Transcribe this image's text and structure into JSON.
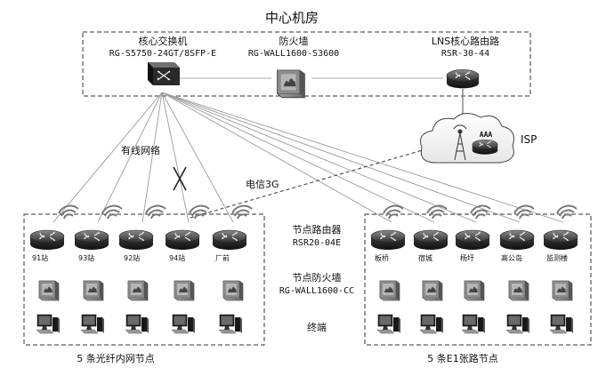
{
  "title": "中心机房",
  "center": {
    "core_switch": {
      "name": "核心交换机",
      "model": "RG-S5750-24GT/8SFP-E",
      "icon": "switch-icon"
    },
    "firewall": {
      "name": "防火墙",
      "model": "RG-WALL1600-S3600",
      "icon": "firewall-icon"
    },
    "lns_router": {
      "name": "LNS核心路由路",
      "model": "RSR-30-44",
      "icon": "router-icon"
    }
  },
  "isp": {
    "label": "ISP",
    "aaa": "AAA"
  },
  "links": {
    "wired": "有线网络",
    "telecom_3g": "电信3G"
  },
  "legend": {
    "node_router": "节点路由器",
    "node_router_model": "RSR20-04E",
    "node_firewall": "节点防火墙",
    "node_firewall_model": "RG-WALL1600-CC",
    "terminal": "终端"
  },
  "left_group": {
    "caption": "5 条光纤内网节点",
    "nodes": [
      "91站",
      "93站",
      "92站",
      "94站",
      "厂前"
    ]
  },
  "right_group": {
    "caption": "5 条E1张路节点",
    "nodes": [
      "板桥",
      "宿城",
      "杨圩",
      "高公岛",
      "监测楼"
    ]
  },
  "colors": {
    "line": "#999999",
    "dashed": "#555555",
    "device": "#333333",
    "firewall": "#777777"
  }
}
